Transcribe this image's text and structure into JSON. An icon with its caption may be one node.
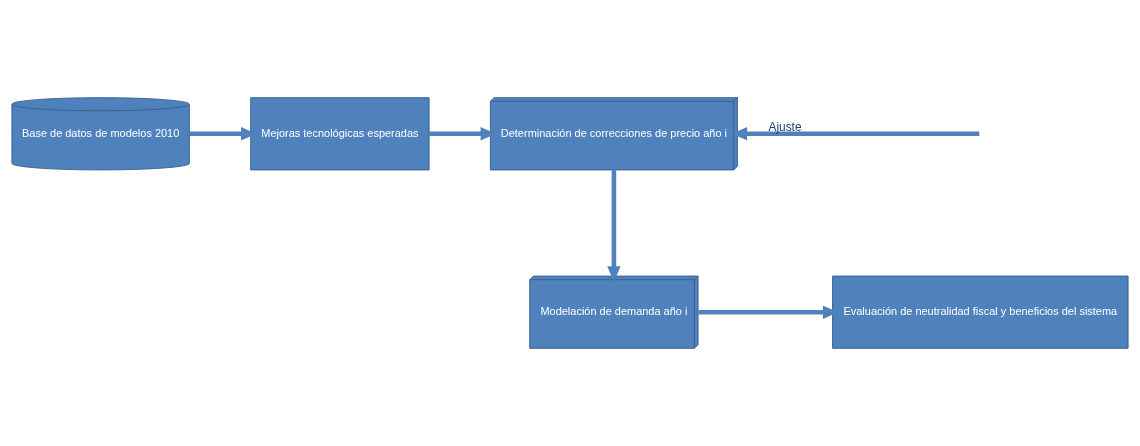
{
  "diagram": {
    "nodes": [
      {
        "text": [
          "Base de datos de modelos 2010"
        ]
      },
      {
        "text": [
          "Mejoras tecnológicas esperadas"
        ]
      },
      {
        "text": [
          "Determinación de correcciones de precio año i"
        ]
      },
      {
        "text": [
          "Modelación de demanda año i"
        ]
      },
      {
        "text": [
          "Evaluación de neutralidad fiscal y beneficios del sistema"
        ]
      }
    ],
    "edges": [
      {
        "from": 0,
        "to": 1,
        "arrow": "to"
      },
      {
        "from": 1,
        "to": 2,
        "arrow": "to"
      },
      {
        "from": 2,
        "to": 3,
        "arrow": "to"
      },
      {
        "from": 3,
        "to": 4,
        "arrow": "to"
      },
      {
        "from": null,
        "to": 2,
        "arrow": "to",
        "label": "Ajuste"
      }
    ]
  }
}
